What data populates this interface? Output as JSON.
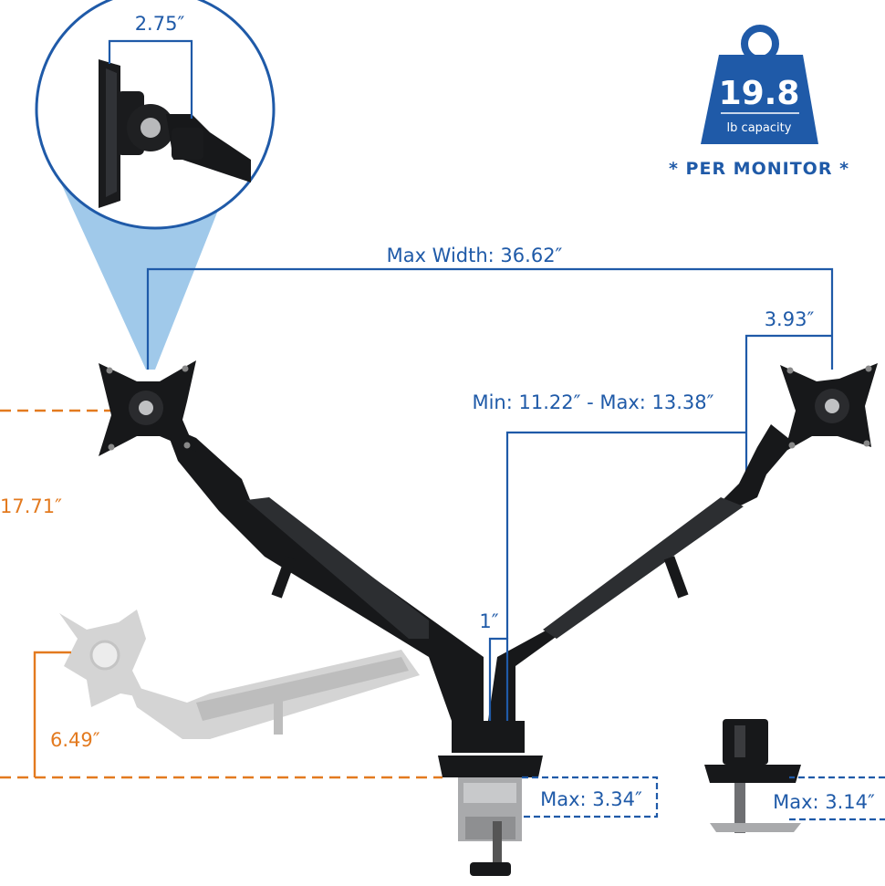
{
  "weight_badge": {
    "value": "19.8",
    "unit": "lb capacity",
    "note": "* PER MONITOR *",
    "color": "#1f5aa8"
  },
  "dimensions": {
    "tilt_offset": "2.75″",
    "max_width": "Max Width: 36.62″",
    "vesa_offset": "3.93″",
    "arm_length": "Min: 11.22″ - Max: 13.38″",
    "pole_gap": "1″",
    "height_range": "17.71″",
    "lower_height": "6.49″",
    "clamp_max": "Max: 3.34″",
    "grommet_max": "Max: 3.14″"
  },
  "colors": {
    "dimension_blue": "#1f5aa8",
    "dimension_orange": "#e37a1f",
    "arm_black": "#17181a"
  },
  "icons": [
    "weight-icon",
    "monitor-plate-icon",
    "clamp-icon",
    "grommet-mount-icon"
  ]
}
